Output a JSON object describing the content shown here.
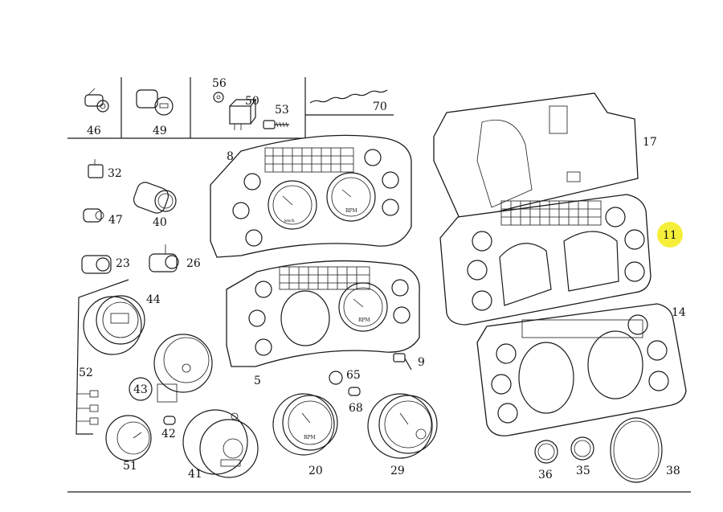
{
  "parts": {
    "p46": "46",
    "p49": "49",
    "p56": "56",
    "p50": "50",
    "p53": "53",
    "p70": "70",
    "p8": "8",
    "p17": "17",
    "p11": "11",
    "p14": "14",
    "p32": "32",
    "p40": "40",
    "p47": "47",
    "p23": "23",
    "p26": "26",
    "p44": "44",
    "p52": "52",
    "p43": "43",
    "p42": "42",
    "p51": "51",
    "p41": "41",
    "p5": "5",
    "p9": "9",
    "p65": "65",
    "p68": "68",
    "p20": "20",
    "p29": "29",
    "p36": "36",
    "p35": "35",
    "p38": "38"
  },
  "gauge_text": {
    "rpm": "RPM",
    "kmh": "km/h"
  },
  "highlight": {
    "part": "11",
    "color": "#f6ef3a"
  }
}
